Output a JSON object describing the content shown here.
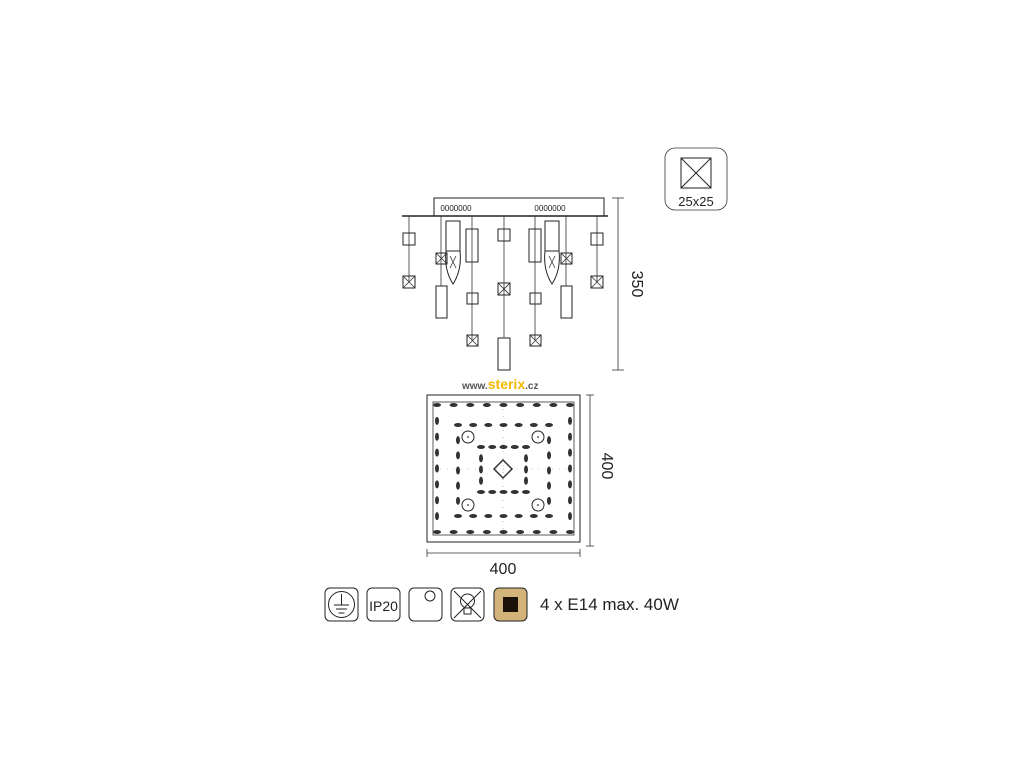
{
  "sample": {
    "label": "25x25"
  },
  "side_view": {
    "top_marks_left": "0000000",
    "top_marks_right": "0000000",
    "height_label": "350"
  },
  "top_view": {
    "width_label": "400",
    "depth_label": "400"
  },
  "watermark": {
    "www": "www.",
    "brand": "sterix",
    "tld": ".cz"
  },
  "icons": [
    {
      "name": "earth-ground-icon"
    },
    {
      "name": "ip-rating-icon",
      "label": "IP20"
    },
    {
      "name": "halogen-bulb-icon"
    },
    {
      "name": "no-dimmer-bulb-icon"
    },
    {
      "name": "finish-color-icon",
      "color": "#d2b47a"
    }
  ],
  "specs": {
    "bulbs": "4 x E14 max. 40W"
  },
  "colors": {
    "line": "#222222",
    "finish_fill": "#d2b47a",
    "finish_inner": "#1a1208",
    "brand": "#f5b800"
  }
}
